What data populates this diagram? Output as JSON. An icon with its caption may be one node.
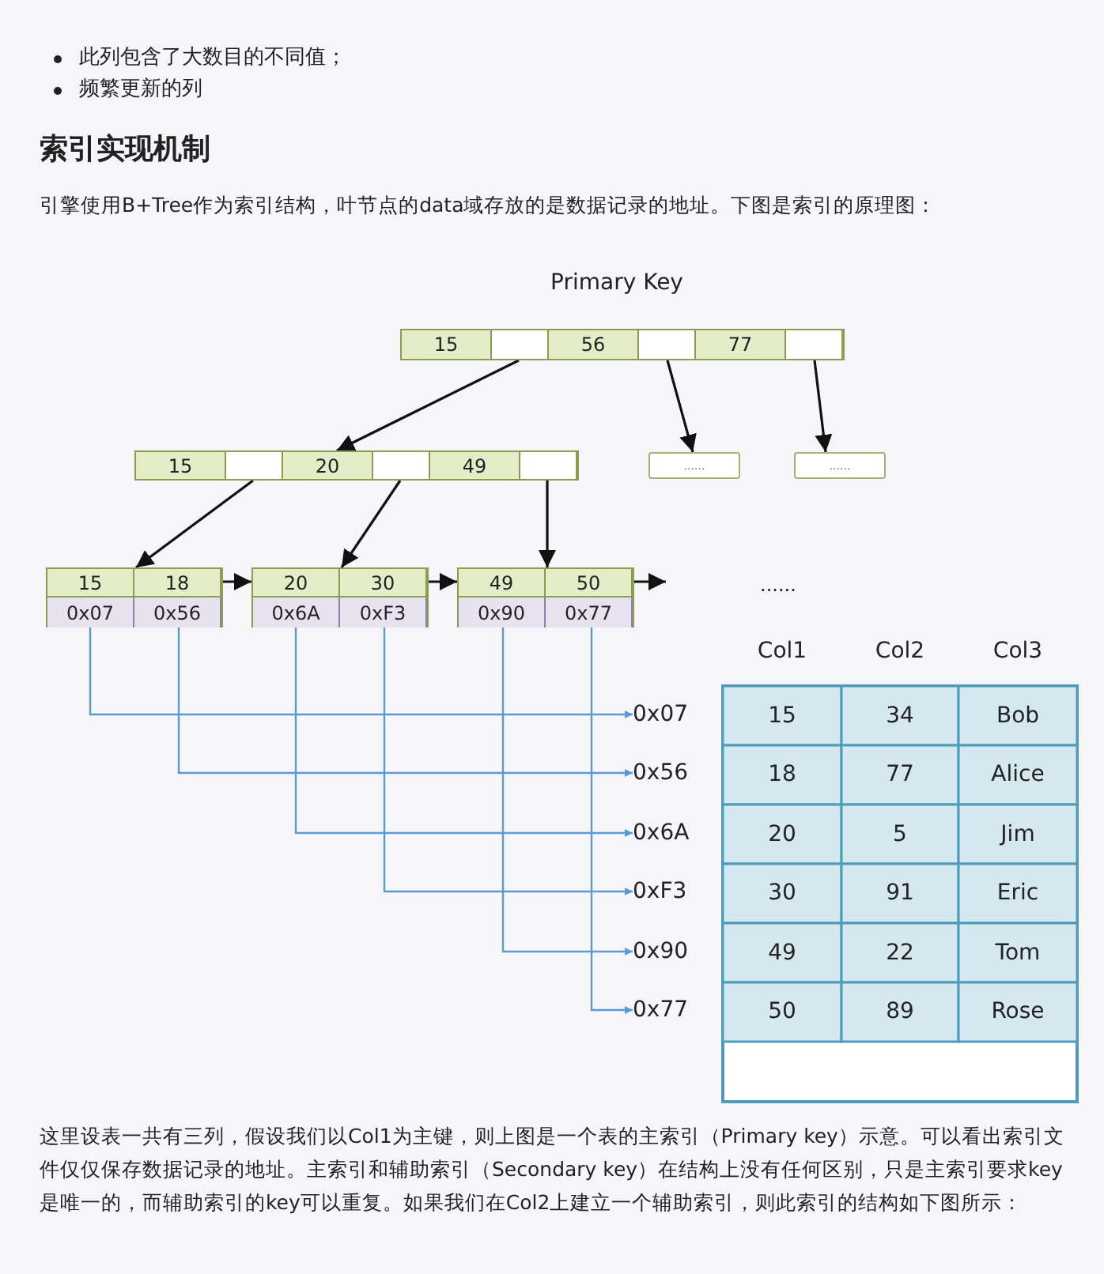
{
  "diagram": {
    "nodes": [
      {
        "text": [
          "15",
          "56",
          "77"
        ]
      },
      {
        "text": [
          "15",
          "20",
          "49"
        ]
      },
      {
        "text": [
          "......"
        ]
      },
      {
        "text": [
          "......"
        ]
      },
      {
        "text": [
          "15",
          "18",
          "0x07",
          "0x56"
        ]
      },
      {
        "text": [
          "20",
          "30",
          "0x6A",
          "0xF3"
        ]
      },
      {
        "text": [
          "49",
          "50",
          "0x90",
          "0x77"
        ]
      },
      {
        "text": [
          "0x07"
        ]
      },
      {
        "text": [
          "0x56"
        ]
      },
      {
        "text": [
          "0x6A"
        ]
      },
      {
        "text": [
          "0xF3"
        ]
      },
      {
        "text": [
          "0x90"
        ]
      },
      {
        "text": [
          "0x77"
        ]
      }
    ],
    "edges": [
      {
        "from": 0,
        "to": 1,
        "arrow": "to"
      },
      {
        "from": 0,
        "to": 2,
        "arrow": "to"
      },
      {
        "from": 0,
        "to": 3,
        "arrow": "to"
      },
      {
        "from": 1,
        "to": 4,
        "arrow": "to"
      },
      {
        "from": 1,
        "to": 5,
        "arrow": "to"
      },
      {
        "from": 1,
        "to": 6,
        "arrow": "to"
      },
      {
        "from": 4,
        "to": 5,
        "arrow": "to"
      },
      {
        "from": 5,
        "to": 6,
        "arrow": "to"
      },
      {
        "from": 6,
        "to": null,
        "arrow": "to"
      },
      {
        "from": 4,
        "to": 7,
        "arrow": "to",
        "color": "#5b9bd5"
      },
      {
        "from": 4,
        "to": 8,
        "arrow": "to",
        "color": "#5b9bd5"
      },
      {
        "from": 5,
        "to": 9,
        "arrow": "to",
        "color": "#5b9bd5"
      },
      {
        "from": 5,
        "to": 10,
        "arrow": "to",
        "color": "#5b9bd5"
      },
      {
        "from": 6,
        "to": 11,
        "arrow": "to",
        "color": "#5b9bd5"
      },
      {
        "from": 6,
        "to": 12,
        "arrow": "to",
        "color": "#5b9bd5"
      }
    ],
    "labels": [
      "此列包含了大数目的不同值；",
      "频繁更新的列",
      "索引实现机制",
      "引擎使用B+Tree作为索引结构，叶节点的data域存放的是数据记录的地址。下图是索引的原理图：",
      "Primary Key",
      "......",
      "Col1",
      "Col2",
      "Col3",
      "15",
      "34",
      "Bob",
      "18",
      "77",
      "Alice",
      "20",
      "5",
      "Jim",
      "30",
      "91",
      "Eric",
      "49",
      "22",
      "Tom",
      "50",
      "89",
      "Rose",
      "这里设表一共有三列，假设我们以Col1为主键，则上图是一个表的主索引（Primary key）示意。可以看出索引文件仅仅保存数据记录的地址。主索引和辅助索引（Secondary key）在结构上没有任何区别，只是主索引要求key是唯一的，而辅助索引的key可以重复。如果我们在Col2上建立一个辅助索引，则此索引的结构如下图所示："
    ]
  }
}
